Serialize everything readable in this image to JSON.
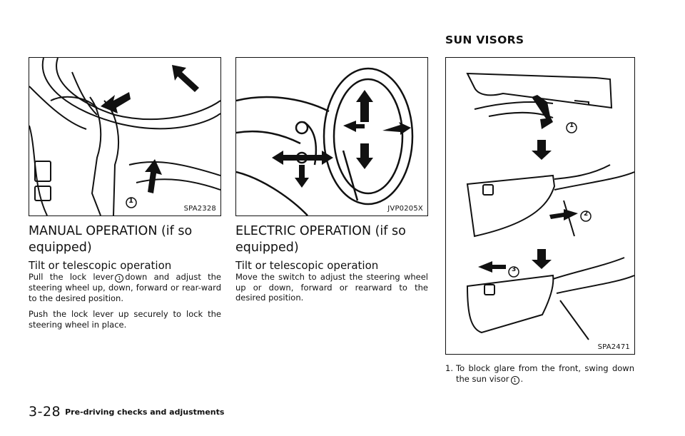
{
  "section_title": "SUN VISORS",
  "figures": {
    "fig1_code": "SPA2328",
    "fig2_code": "JVP0205X",
    "fig3_code": "SPA2471",
    "callouts": [
      "1",
      "2",
      "3"
    ]
  },
  "manual": {
    "title": "MANUAL OPERATION (if so equipped)",
    "subtitle": "Tilt or telescopic operation",
    "p1_before": "Pull the lock lever",
    "p1_ref": "1",
    "p1_after": "down and adjust the steering wheel up, down, forward or rear-ward to the desired position.",
    "p2": "Push the lock lever up securely to lock the steering wheel in place."
  },
  "electric": {
    "title": "ELECTRIC OPERATION (if so equipped)",
    "subtitle": "Tilt or telescopic operation",
    "p1": "Move the switch to adjust the steering wheel up or down, forward or rearward to the desired position."
  },
  "sun_visors": {
    "item_number": "1.",
    "item_text": "To block glare from the front, swing down the sun visor",
    "item_ref": "1",
    "item_end": "."
  },
  "footer": {
    "page_number": "3-28",
    "section_name": "Pre-driving checks and adjustments"
  }
}
